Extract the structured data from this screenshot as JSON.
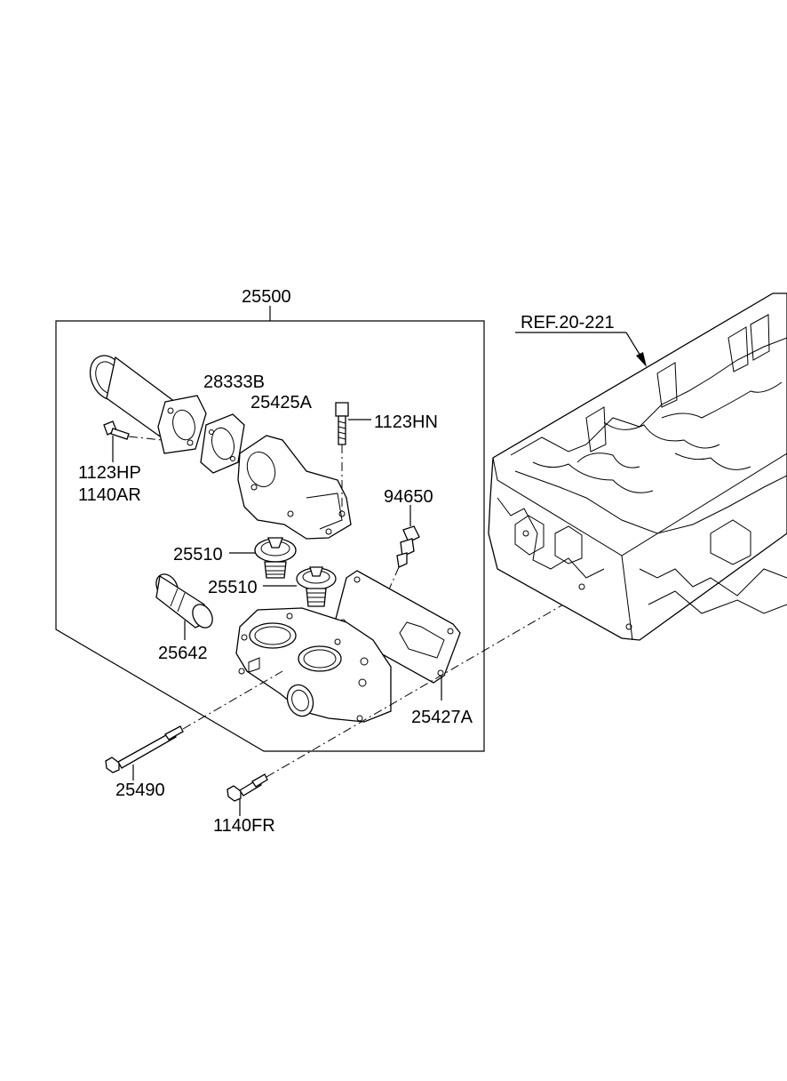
{
  "diagram": {
    "assembly_label": "25500",
    "ref_label": "REF.20-221",
    "parts": {
      "p28333B": "28333B",
      "p25425A": "25425A",
      "p1123HN": "1123HN",
      "p1123HP": "1123HP",
      "p1140AR": "1140AR",
      "p94650": "94650",
      "p25510a": "25510",
      "p25510b": "25510",
      "p25642": "25642",
      "p25427A": "25427A",
      "p25490": "25490",
      "p1140FR": "1140FR"
    }
  }
}
